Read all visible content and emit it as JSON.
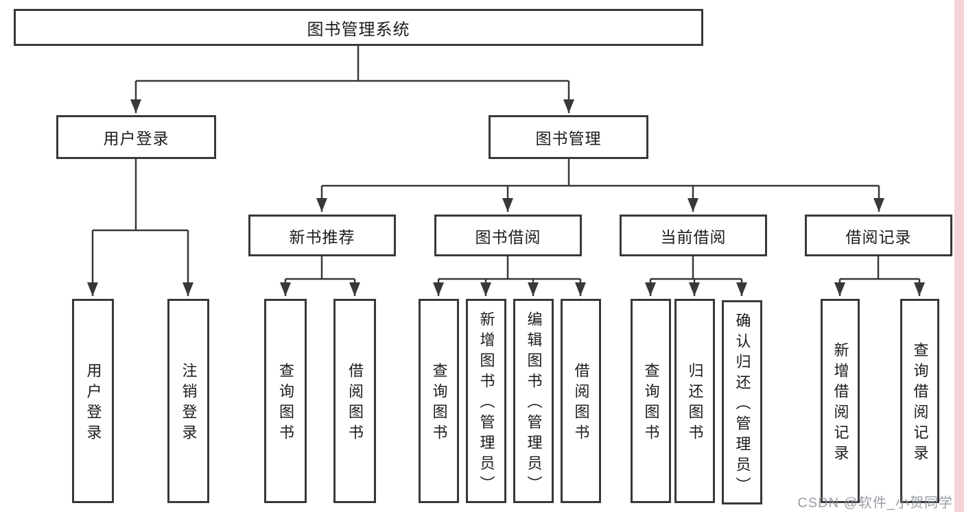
{
  "colors": {
    "line": "#383838",
    "text": "#1c1c1c",
    "background": "#ffffff",
    "watermark_text": "#8e949c",
    "watermark_strip": "#f5d3d8"
  },
  "watermark": {
    "text": "CSDN @软件_小贺同学"
  },
  "tree": {
    "root": {
      "label": "图书管理系统"
    },
    "level2": [
      {
        "label": "用户登录",
        "children": [
          {
            "label": "用户登录"
          },
          {
            "label": "注销登录"
          }
        ]
      },
      {
        "label": "图书管理",
        "children": [
          {
            "label": "新书推荐",
            "children": [
              {
                "label": "查询图书"
              },
              {
                "label": "借阅图书"
              }
            ]
          },
          {
            "label": "图书借阅",
            "children": [
              {
                "label": "查询图书"
              },
              {
                "label": "新增图书（管理员）"
              },
              {
                "label": "编辑图书（管理员）"
              },
              {
                "label": "借阅图书"
              }
            ]
          },
          {
            "label": "当前借阅",
            "children": [
              {
                "label": "查询图书"
              },
              {
                "label": "归还图书"
              },
              {
                "label": "确认归还（管理员）"
              }
            ]
          },
          {
            "label": "借阅记录",
            "children": [
              {
                "label": "新增借阅记录"
              },
              {
                "label": "查询借阅记录"
              }
            ]
          }
        ]
      }
    ]
  }
}
